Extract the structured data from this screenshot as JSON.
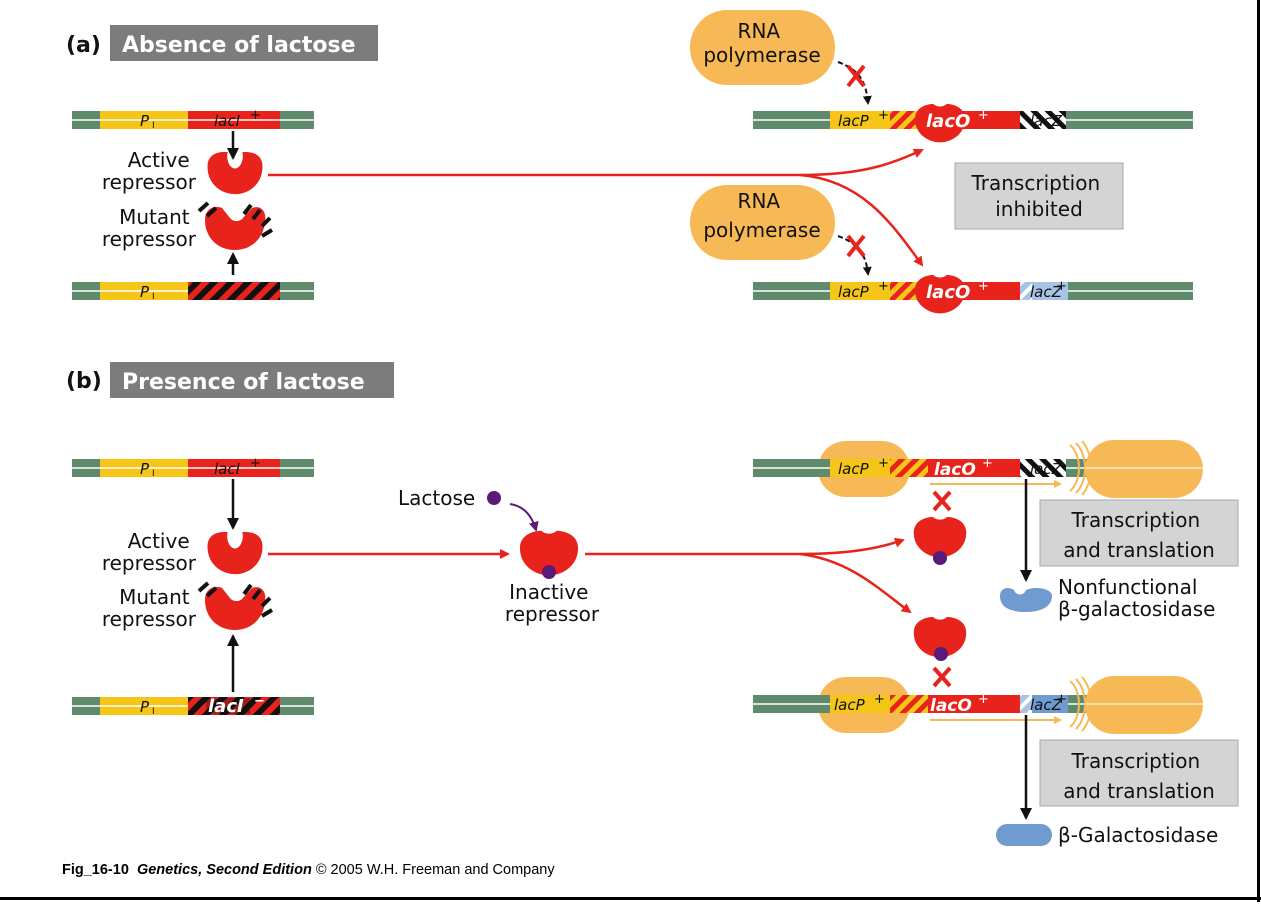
{
  "panels": {
    "a": {
      "letter": "(a)",
      "title": "Absence of lactose"
    },
    "b": {
      "letter": "(b)",
      "title": "Presence of lactose"
    }
  },
  "gene_labels": {
    "promoter_i": "P",
    "promoter_i_sub": "I",
    "lacI_plus": "lacI",
    "lacI_minus": "lacI",
    "plus": "+",
    "minus": "−",
    "lacP_plus": "lacP",
    "lacO_plus": "lacO",
    "lacZ_plus": "lacZ"
  },
  "labels": {
    "active_repressor": [
      "Active",
      "repressor"
    ],
    "mutant_repressor": [
      "Mutant",
      "repressor"
    ],
    "rna_polymerase": [
      "RNA",
      "polymerase"
    ],
    "transcription_inhibited": [
      "Transcription",
      "inhibited"
    ],
    "lactose": "Lactose",
    "inactive_repressor": [
      "Inactive",
      "repressor"
    ],
    "transcription_translation": [
      "Transcription",
      "and translation"
    ],
    "nonfunctional": [
      "Nonfunctional",
      "β-galactosidase"
    ],
    "beta_gal": "β-Galactosidase"
  },
  "caption": {
    "figure": "Fig_16-10",
    "book": "Genetics, Second Edition",
    "rest": "© 2005 W.H. Freeman and Company"
  },
  "colors": {
    "dna": "#5f8a6c",
    "promoter": "#f5c518",
    "gene_red": "#e8231c",
    "polymerase": "#f7b955",
    "lacZ_blue": "#6f9bd1",
    "box_grey": "#d4d4d4",
    "header_grey": "#7c7c7c",
    "lactose": "#5a1a7a"
  }
}
